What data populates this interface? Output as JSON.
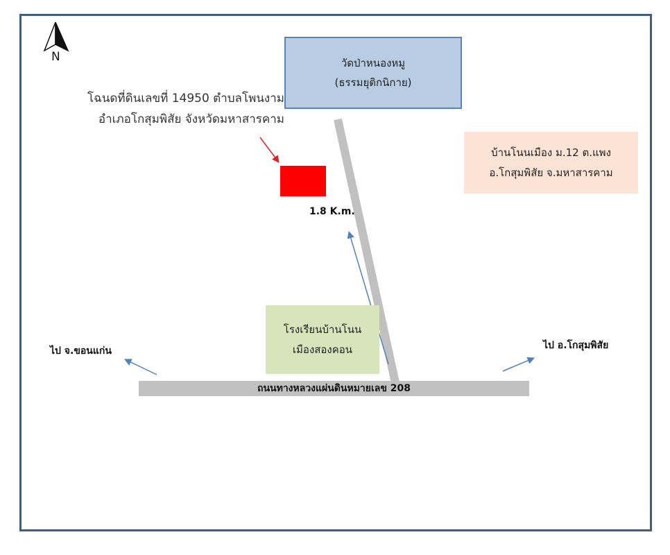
{
  "map": {
    "north_label": "N",
    "temple": {
      "line1": "วัดป่าหนองหมู",
      "line2": "(ธรรมยุติกนิกาย)"
    },
    "deed": {
      "line1": "โฉนดที่ดินเลขที่ 14950 ตำบลโพนงาม",
      "line2": "อำเภอโกสุมพิสัย จังหวัดมหาสารคาม"
    },
    "village": {
      "line1": "บ้านโนนเมือง ม.12 ต.แพง",
      "line2": "อ.โกสุมพิสัย จ.มหาสารคาม"
    },
    "school": {
      "line1": "โรงเรียนบ้านโนน",
      "line2": "เมืองสองคอน"
    },
    "distance": "1.8 K.m.",
    "to_left": "ไป จ.ขอนแก่น",
    "to_right": "ไป อ.โกสุมพิสัย",
    "highway": "ถนนทางหลวงแผ่นดินหมายเลข 208"
  },
  "colors": {
    "frame": "#3f5e82",
    "temple_fill": "#b8cce4",
    "temple_border": "#5b82b5",
    "village_fill": "#fbe4d5",
    "school_fill": "#d8e4bc",
    "road": "#c0c0c0",
    "parcel": "#ff0000",
    "arrow_blue": "#4f81bd",
    "arrow_red": "#e02020"
  },
  "icons": {
    "north": "north-arrow-icon",
    "parcel": "parcel-marker-icon"
  }
}
